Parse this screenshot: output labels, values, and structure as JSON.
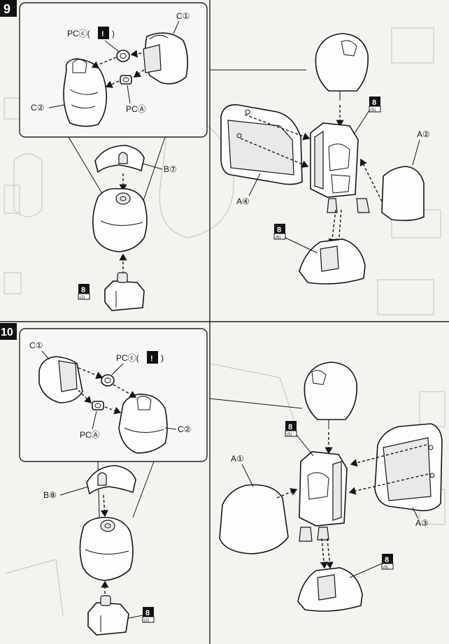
{
  "steps": [
    {
      "number": "9",
      "inset_labels": {
        "c1": "C①",
        "c2": "C②",
        "pcc": "PCⓒ(",
        "pcc_close": ")",
        "pca": "PCⒶ",
        "warn": "!"
      },
      "cap_label": "B⑦",
      "base_badge": {
        "num": "8",
        "sub": "(2)"
      },
      "right_labels": {
        "a4": "A④",
        "a2": "A②"
      },
      "right_badges": [
        {
          "num": "8",
          "sub": "(5)"
        },
        {
          "num": "8",
          "sub": "(6)"
        }
      ]
    },
    {
      "number": "10",
      "inset_labels": {
        "c1": "C①",
        "c2": "C②",
        "pcc": "PCⓒ(",
        "pcc_close": ")",
        "pca": "PCⒶ",
        "warn": "!"
      },
      "cap_label": "B⑧",
      "base_badge": {
        "num": "8",
        "sub": "(2)"
      },
      "right_labels": {
        "a1": "A①",
        "a3": "A③"
      },
      "right_badges": [
        {
          "num": "8",
          "sub": "(5)"
        },
        {
          "num": "8",
          "sub": "(6)"
        }
      ]
    }
  ]
}
